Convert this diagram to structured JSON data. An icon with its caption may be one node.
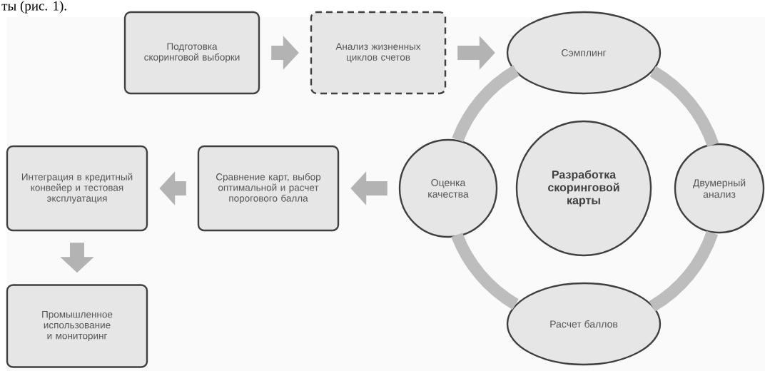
{
  "diagram": {
    "nodes": [
      {
        "text": [
          "Подготовка скоринговой выборки"
        ]
      },
      {
        "text": [
          "Анализ жизненных циклов счетов"
        ]
      },
      {
        "text": [
          "Сэмплинг"
        ]
      },
      {
        "text": [
          "Интеграция в кредитный конвейер и тестовая эксплуатация"
        ]
      },
      {
        "text": [
          "Сравнение карт, выбор оптимальной и расчет порогового балла"
        ]
      },
      {
        "text": [
          "Оценка качества"
        ]
      },
      {
        "text": [
          "Разработка скоринговой карты"
        ]
      },
      {
        "text": [
          "Двумерный анализ"
        ]
      },
      {
        "text": [
          "Промышленное использование и мониторинг"
        ]
      },
      {
        "text": [
          "Расчет баллов"
        ]
      }
    ],
    "edges": [
      {
        "from": 0,
        "to": 1,
        "arrow": "to"
      },
      {
        "from": 1,
        "to": 2,
        "arrow": "to"
      },
      {
        "from": 5,
        "to": 4,
        "arrow": "to"
      },
      {
        "from": 4,
        "to": 3,
        "arrow": "to"
      },
      {
        "from": 3,
        "to": 8,
        "arrow": "to"
      },
      {
        "from": 2,
        "to": 7,
        "arrow": "none"
      },
      {
        "from": 7,
        "to": 9,
        "arrow": "none"
      },
      {
        "from": 9,
        "to": 5,
        "arrow": "none"
      },
      {
        "from": 5,
        "to": 2,
        "arrow": "none"
      }
    ],
    "labels": [
      "ты (рис. 1)."
    ]
  }
}
